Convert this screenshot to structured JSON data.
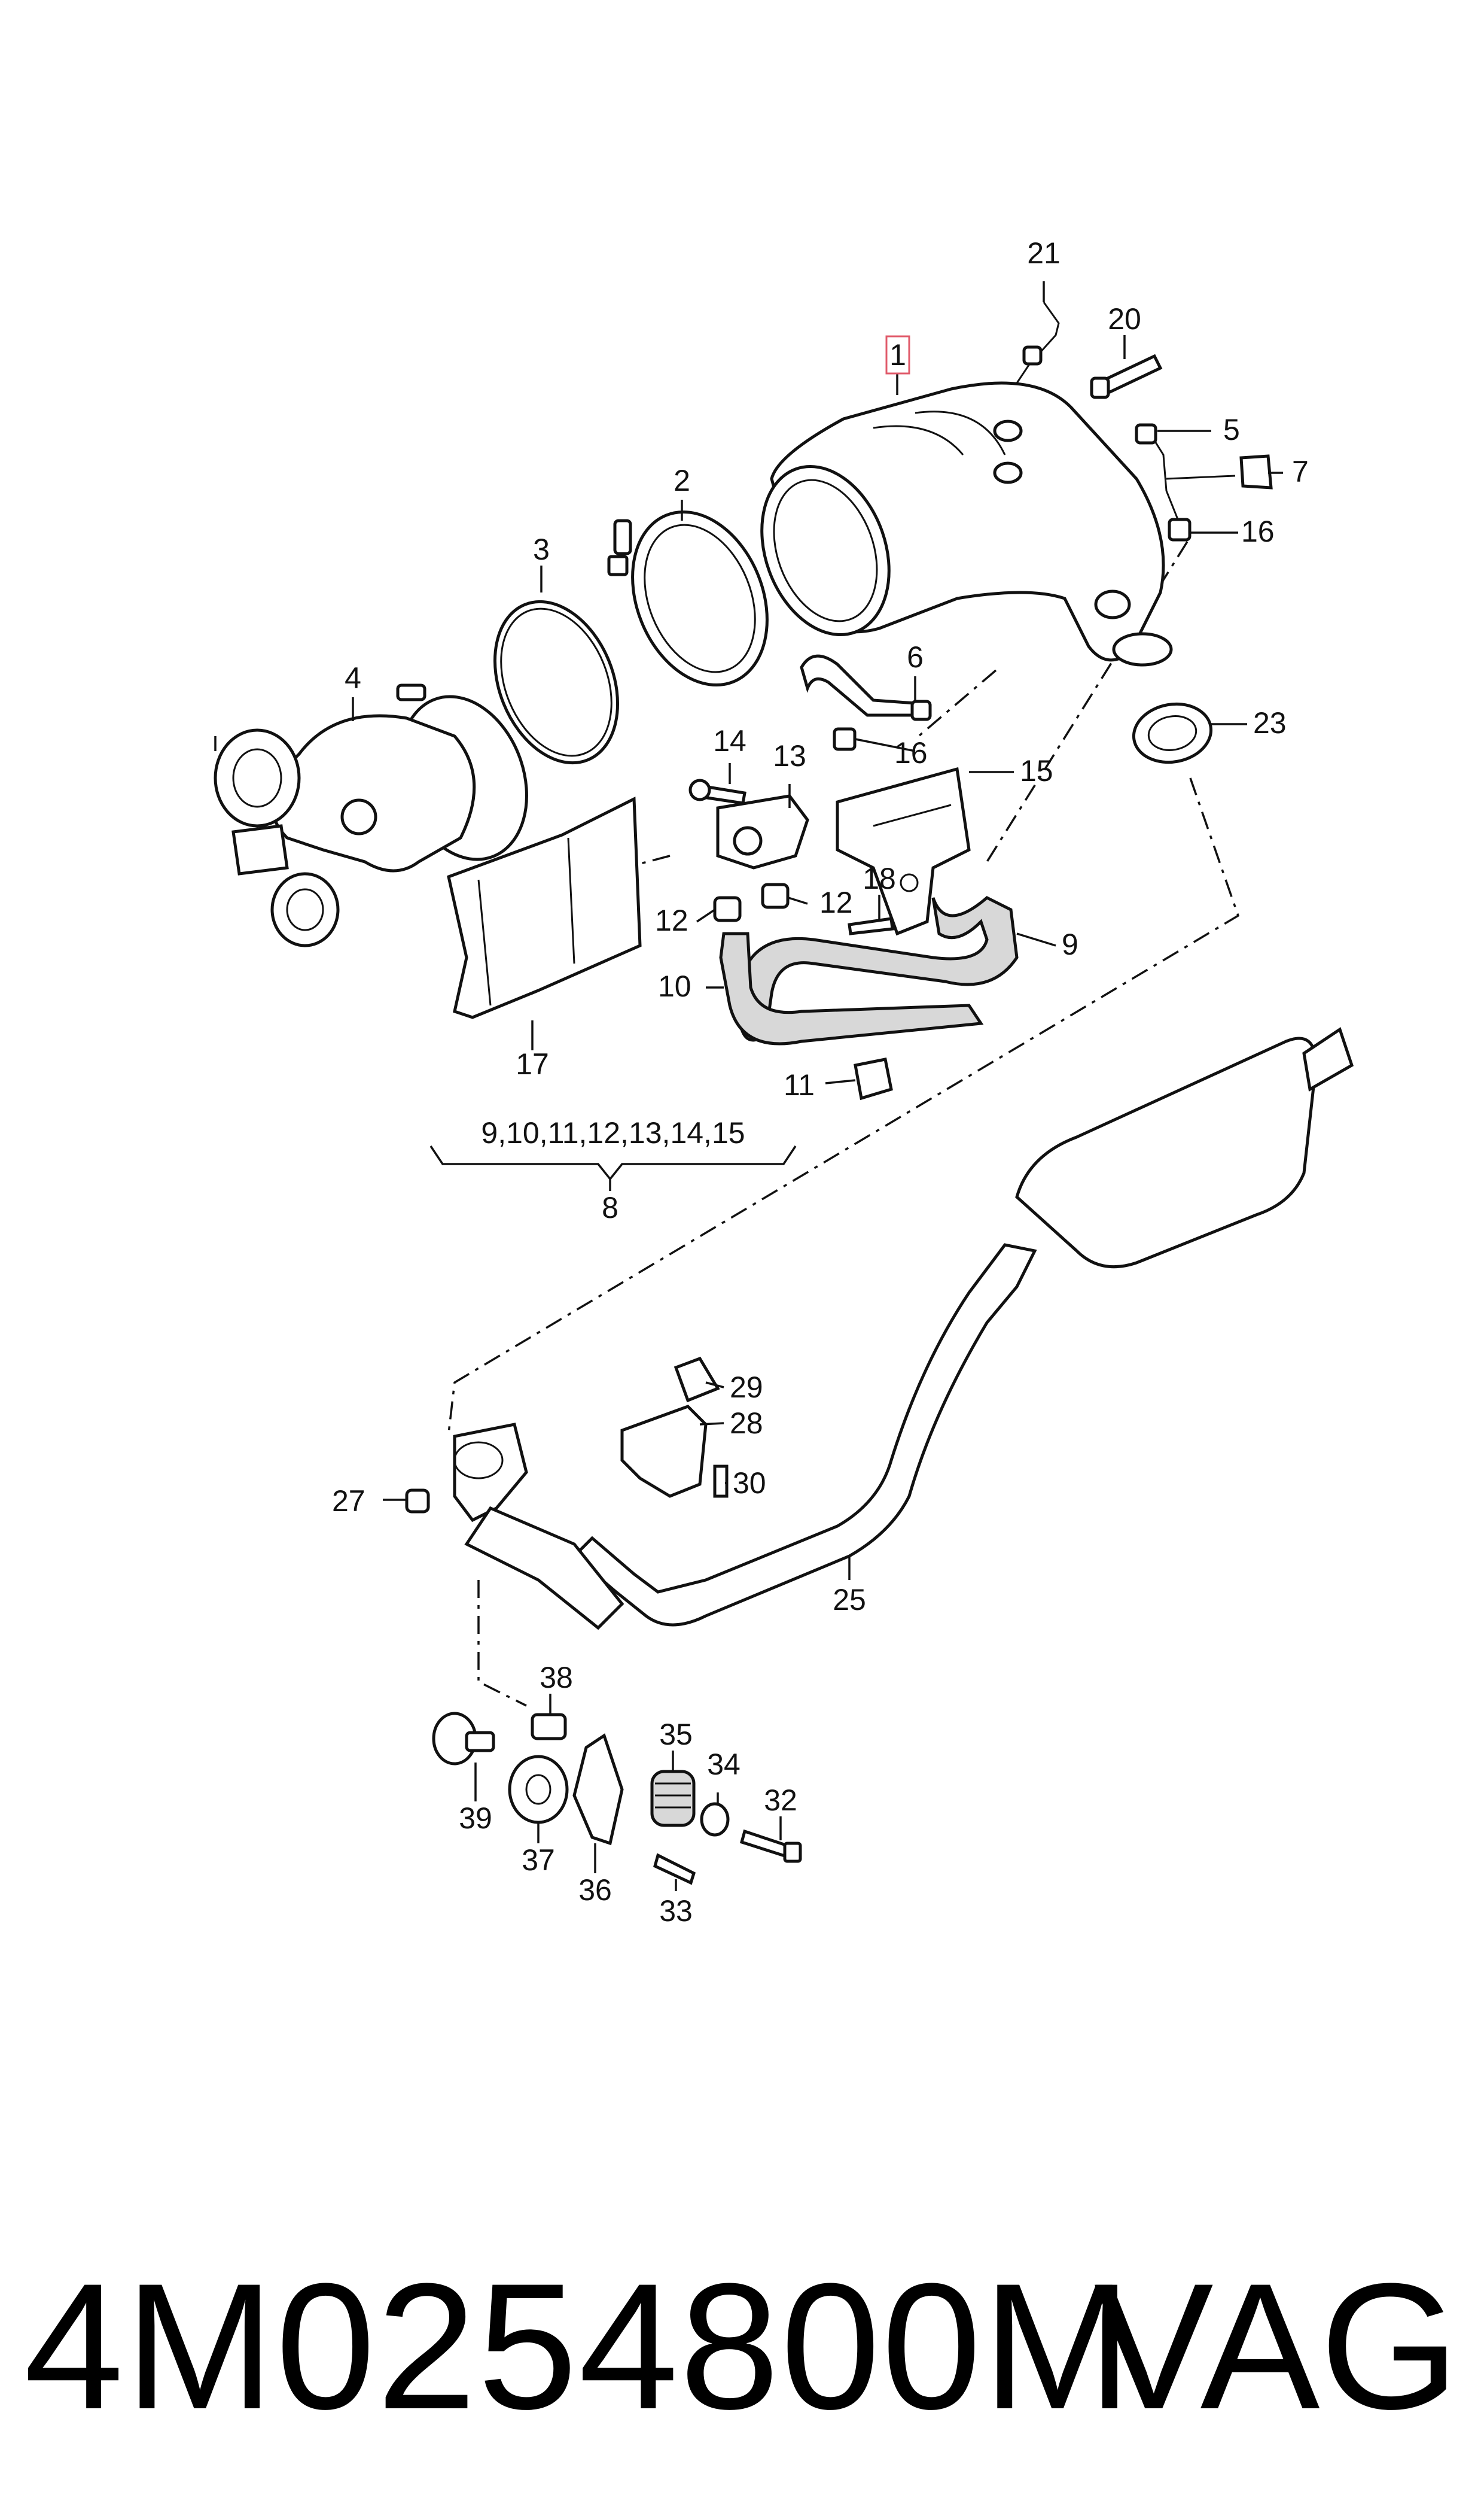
{
  "callouts": {
    "c1": "1",
    "c2": "2",
    "c3": "3",
    "c4": "4",
    "c5": "5",
    "c6": "6",
    "c7": "7",
    "c8": "8",
    "c9": "9",
    "c10": "10",
    "c11": "11",
    "c12a": "12",
    "c12b": "12",
    "c13": "13",
    "c14": "14",
    "c15": "15",
    "c16a": "16",
    "c16b": "16",
    "c17": "17",
    "c18": "18",
    "c20": "20",
    "c21": "21",
    "c23": "23",
    "c25": "25",
    "c27": "27",
    "c28": "28",
    "c29": "29",
    "c30": "30",
    "c32": "32",
    "c33": "33",
    "c34": "34",
    "c35": "35",
    "c36": "36",
    "c37": "37",
    "c38": "38",
    "c39": "39"
  },
  "group_label": "9,10,11,12,13,14,15",
  "colors": {
    "line": "#111111",
    "highlight_box": "#e05a6a",
    "hose_fill": "#d8d8d8"
  },
  "footer": {
    "part_number": "4M0254800M",
    "brand": "VAG"
  }
}
